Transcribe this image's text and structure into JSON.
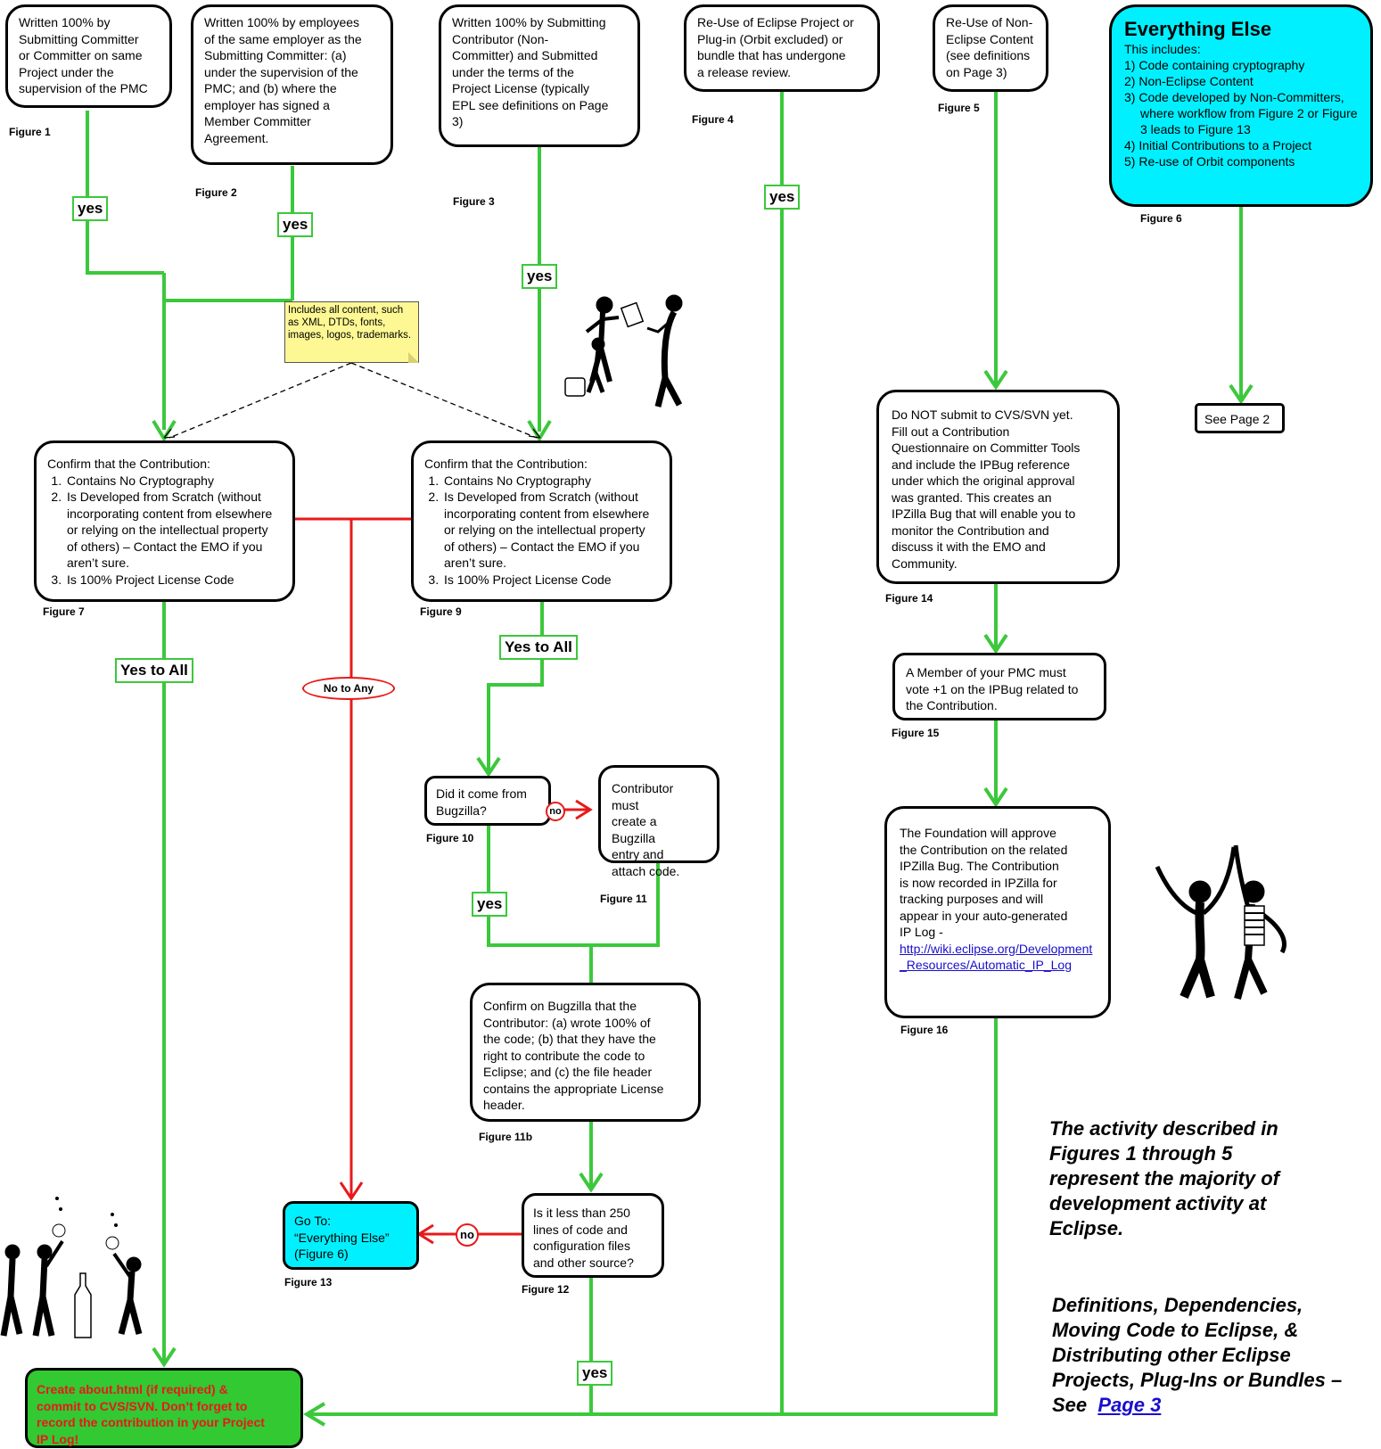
{
  "figures": {
    "fig1": {
      "lines": [
        "Written 100% by",
        "Submitting Committer",
        "or Committer on same",
        "Project under the",
        "supervision of the PMC"
      ],
      "label": "Figure 1"
    },
    "fig2": {
      "lines": [
        "Written 100% by employees",
        "of the same employer as the",
        "Submitting Committer:  (a)",
        "under the supervision of the",
        "PMC; and (b) where the",
        "employer has signed a",
        "Member Committer",
        "Agreement."
      ],
      "label": "Figure 2"
    },
    "fig3": {
      "lines": [
        "Written 100% by Submitting",
        "Contributor (Non-",
        "Committer) and Submitted",
        "under the terms of the",
        "Project License (typically",
        "EPL see definitions on Page",
        "3)"
      ],
      "label": "Figure 3"
    },
    "fig4": {
      "lines": [
        "Re-Use of Eclipse Project or",
        "Plug-in (Orbit excluded) or",
        "bundle that has undergone",
        "a release review."
      ],
      "label": "Figure 4"
    },
    "fig5": {
      "lines": [
        "Re-Use of Non-",
        "Eclipse Content",
        "(see definitions",
        "on Page 3)"
      ],
      "label": "Figure 5"
    },
    "fig6": {
      "title": "Everything Else",
      "intro": "This includes:",
      "items": [
        "1) Code containing cryptography",
        "2) Non-Eclipse Content",
        "3) Code developed by Non-Committers, where workflow from Figure 2 or Figure 3 leads to Figure 13",
        "4) Initial Contributions to a Project",
        "5) Re-use of Orbit components"
      ],
      "label": "Figure 6"
    },
    "see_page2": "See Page 2",
    "fig7": {
      "intro": "Confirm that the Contribution:",
      "items": [
        "Contains No Cryptography",
        "Is Developed from Scratch (without incorporating content from elsewhere or relying on the intellectual property of others) – Contact the EMO if you aren’t sure.",
        "Is 100% Project License Code"
      ],
      "label": "Figure 7"
    },
    "fig9": {
      "intro": "Confirm that the Contribution:",
      "items": [
        "Contains No Cryptography",
        "Is Developed from Scratch (without incorporating content from elsewhere or relying on the intellectual property of others) – Contact the EMO if you aren’t sure.",
        "Is 100% Project License Code"
      ],
      "label": "Figure 9"
    },
    "fig10": {
      "lines": [
        "Did it come from",
        "Bugzilla?"
      ],
      "label": "Figure 10"
    },
    "fig11": {
      "lines": [
        "Contributor",
        "must",
        "create a",
        "Bugzilla",
        "entry and",
        "attach code."
      ],
      "label": "Figure 11"
    },
    "fig11b": {
      "lines": [
        "Confirm on Bugzilla that the",
        "Contributor:  (a) wrote 100% of",
        "the code;  (b) that they have the",
        "right to contribute the code to",
        "Eclipse;  and (c) the file header",
        "contains the appropriate License",
        "header."
      ],
      "label": "Figure 11b"
    },
    "fig12": {
      "lines": [
        "Is it less than 250",
        "lines of code and",
        "configuration files",
        "and other source?"
      ],
      "label": "Figure 12"
    },
    "fig13": {
      "lines": [
        "Go To:",
        "“Everything Else”",
        "(Figure 6)"
      ],
      "label": "Figure 13"
    },
    "fig14": {
      "lines": [
        "Do NOT submit to CVS/SVN yet.",
        "Fill out a Contribution",
        "Questionnaire on Committer Tools",
        "and include the IPBug reference",
        "under which the original approval",
        "was granted.  This creates an",
        "IPZilla Bug that will enable you to",
        "monitor the Contribution and",
        "discuss it with the EMO and",
        "Community."
      ],
      "label": "Figure 14"
    },
    "fig15": {
      "lines": [
        "A Member of your PMC must",
        "vote +1 on the IPBug related to",
        "the Contribution."
      ],
      "label": "Figure 15"
    },
    "fig16": {
      "lines": [
        "The Foundation will approve",
        "the Contribution on the related",
        "IPZilla Bug.  The Contribution",
        "is now recorded in IPZilla for",
        "tracking purposes and will",
        "appear in your auto-generated",
        "IP Log -"
      ],
      "link": "http://wiki.eclipse.org/Development_Resources/Automatic_IP_Log",
      "label": "Figure 16"
    }
  },
  "note": "Includes all content, such as XML, DTDs, fonts, images, logos, trademarks.",
  "connectors": {
    "yes": "yes",
    "yes_to_all": "Yes to All",
    "no_to_any": "No to Any",
    "no": "no"
  },
  "final_box": [
    "Create about.html (if required)  &",
    "commit to CVS/SVN.   Don’t forget to",
    "record the contribution in your Project",
    "IP Log!"
  ],
  "side_text_1": [
    "The activity described in",
    "Figures 1 through 5",
    "represent the majority of",
    "development activity at",
    "Eclipse."
  ],
  "side_text_2": {
    "lines": [
      "Definitions, Dependencies,",
      "Moving Code to Eclipse, &",
      "Distributing other Eclipse",
      "Projects, Plug-Ins or Bundles –"
    ],
    "see": "See",
    "link": "Page 3"
  },
  "colors": {
    "flow_green": "#3cc83c",
    "reject_red": "#e8191a",
    "cyan": "#00f0ff",
    "final_green": "#32c932",
    "note_yellow": "#fdf894",
    "link_blue": "#1a0dcc"
  }
}
